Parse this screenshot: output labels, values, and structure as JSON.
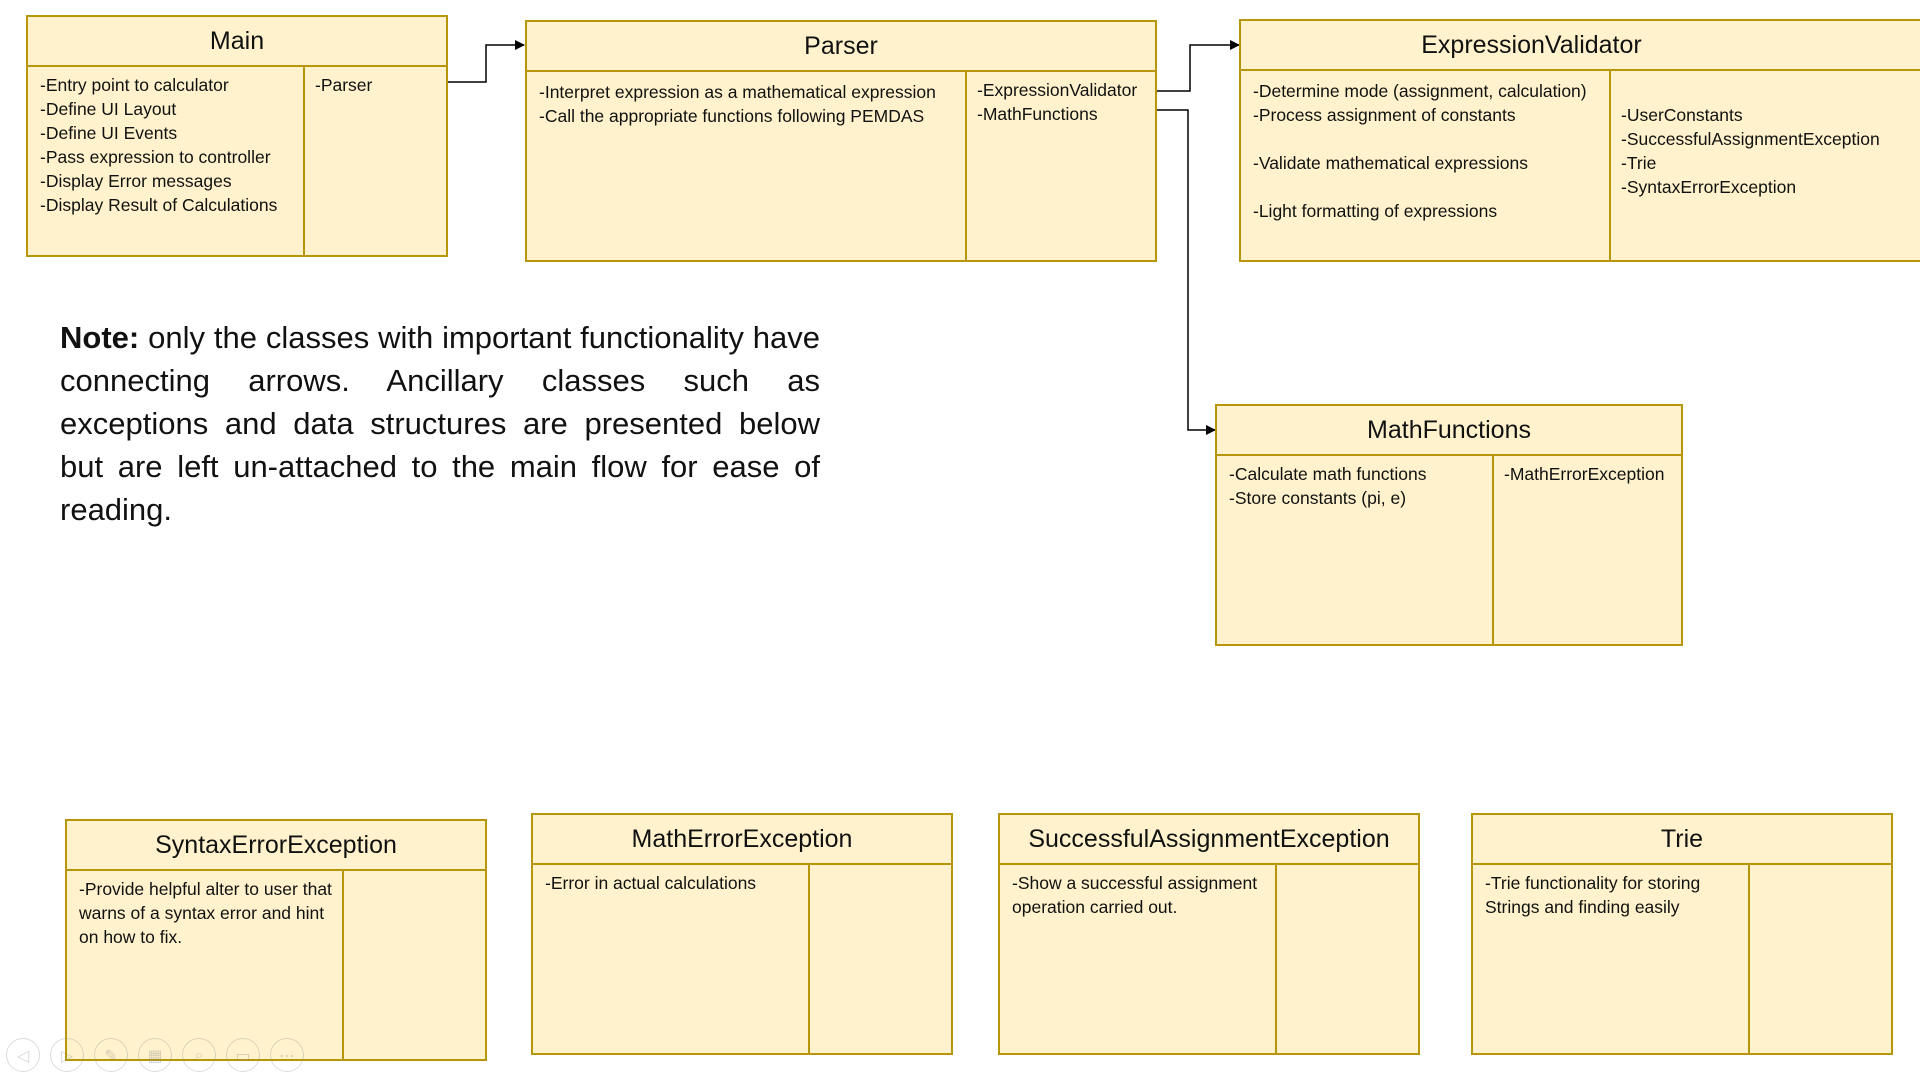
{
  "classes": {
    "main": {
      "name": "Main",
      "responsibilities": [
        "-Entry point to calculator",
        "-Define UI Layout",
        "-Define UI Events",
        "-Pass expression to controller",
        "-Display Error messages",
        "-Display Result of Calculations"
      ],
      "collaborators": [
        "-Parser"
      ]
    },
    "parser": {
      "name": "Parser",
      "responsibilities": [
        "-Interpret expression as a mathematical expression",
        "-Call the appropriate functions following PEMDAS"
      ],
      "collaborators": [
        "-ExpressionValidator",
        "-MathFunctions"
      ]
    },
    "validator": {
      "name": "ExpressionValidator",
      "responsibilities": [
        "-Determine mode (assignment, calculation)",
        "-Process assignment of constants",
        "",
        "-Validate mathematical expressions",
        "",
        "-Light formatting of expressions"
      ],
      "collaborators": [
        "",
        "-UserConstants",
        "-SuccessfulAssignmentException",
        "-Trie",
        "-SyntaxErrorException"
      ]
    },
    "mathfunctions": {
      "name": "MathFunctions",
      "responsibilities": [
        "-Calculate math functions",
        "-Store constants (pi, e)"
      ],
      "collaborators": [
        "-MathErrorException"
      ]
    },
    "syntaxerror": {
      "name": "SyntaxErrorException",
      "responsibilities": [
        "-Provide helpful alter to user that warns of a syntax error and hint on how to fix."
      ],
      "collaborators": []
    },
    "matherror": {
      "name": "MathErrorException",
      "responsibilities": [
        "-Error in actual calculations"
      ],
      "collaborators": []
    },
    "successassign": {
      "name": "SuccessfulAssignmentException",
      "responsibilities": [
        "-Show a successful assignment operation carried out."
      ],
      "collaborators": []
    },
    "trie": {
      "name": "Trie",
      "responsibilities": [
        "-Trie functionality for storing Strings and finding easily"
      ],
      "collaborators": []
    }
  },
  "note": {
    "label": "Note:",
    "text": " only the classes with important functionality have connecting arrows. Ancillary classes such as exceptions and data structures are presented below but are left un-attached to the main flow for ease of reading."
  },
  "toolbar": {
    "buttons": [
      {
        "name": "previous-slide-icon",
        "glyph": "◁"
      },
      {
        "name": "next-slide-icon",
        "glyph": "▷"
      },
      {
        "name": "pen-icon",
        "glyph": "✎"
      },
      {
        "name": "slides-grid-icon",
        "glyph": "▦"
      },
      {
        "name": "zoom-icon",
        "glyph": "⌕"
      },
      {
        "name": "screen-icon",
        "glyph": "▭"
      },
      {
        "name": "more-options-icon",
        "glyph": "⋯"
      }
    ]
  },
  "colors": {
    "box_fill": "#fff2cc",
    "box_border": "#b8960a",
    "arrow": "#000000"
  }
}
